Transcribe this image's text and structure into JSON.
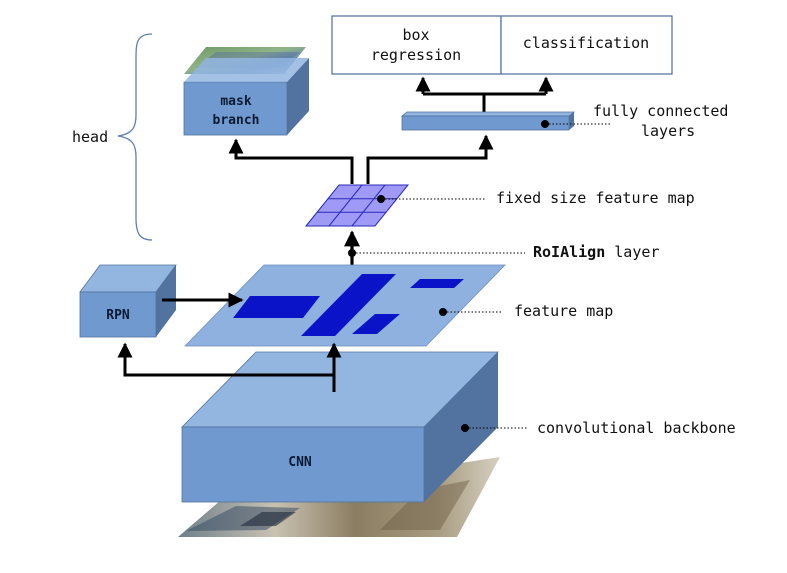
{
  "labels": {
    "head": "head",
    "box_regression_1": "box",
    "box_regression_2": "regression",
    "classification": "classification",
    "fully_connected_1": "fully connected",
    "fully_connected_2": "layers",
    "mask_branch_1": "mask",
    "mask_branch_2": "branch",
    "fixed_size_feature_map": "fixed size feature map",
    "roialign_bold": "RoIAlign",
    "roialign_rest": " layer",
    "rpn": "RPN",
    "feature_map": "feature map",
    "cnn": "CNN",
    "convolutional_backbone": "convolutional backbone"
  },
  "colors": {
    "block_front": "#6f99cf",
    "block_top": "#93b6e0",
    "block_side": "#52729f",
    "plane": "#8fb1df",
    "roi": "#0a13c8",
    "grid_fill": "#9f9af5",
    "grid_stroke": "#2a2ab8",
    "arrow": "#000000",
    "box_stroke": "#4c6d9c"
  }
}
